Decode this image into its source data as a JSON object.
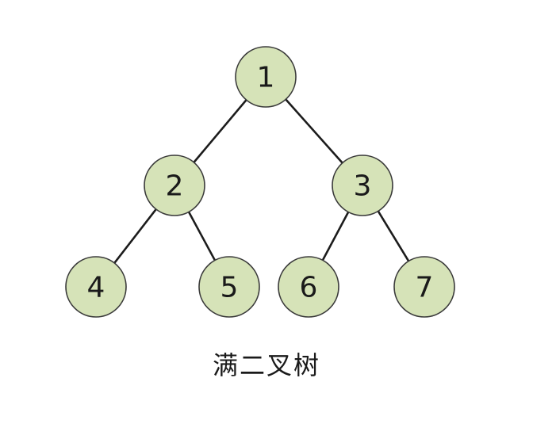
{
  "diagram": {
    "caption": "满二叉树",
    "node_fill": "#d6e3b8",
    "node_stroke": "#3a3a3a",
    "edge_color": "#1c1c1c",
    "nodes": [
      {
        "id": "1",
        "label": "1"
      },
      {
        "id": "2",
        "label": "2"
      },
      {
        "id": "3",
        "label": "3"
      },
      {
        "id": "4",
        "label": "4"
      },
      {
        "id": "5",
        "label": "5"
      },
      {
        "id": "6",
        "label": "6"
      },
      {
        "id": "7",
        "label": "7"
      }
    ],
    "edges": [
      {
        "from": "1",
        "to": "2"
      },
      {
        "from": "1",
        "to": "3"
      },
      {
        "from": "2",
        "to": "4"
      },
      {
        "from": "2",
        "to": "5"
      },
      {
        "from": "3",
        "to": "6"
      },
      {
        "from": "3",
        "to": "7"
      }
    ]
  }
}
